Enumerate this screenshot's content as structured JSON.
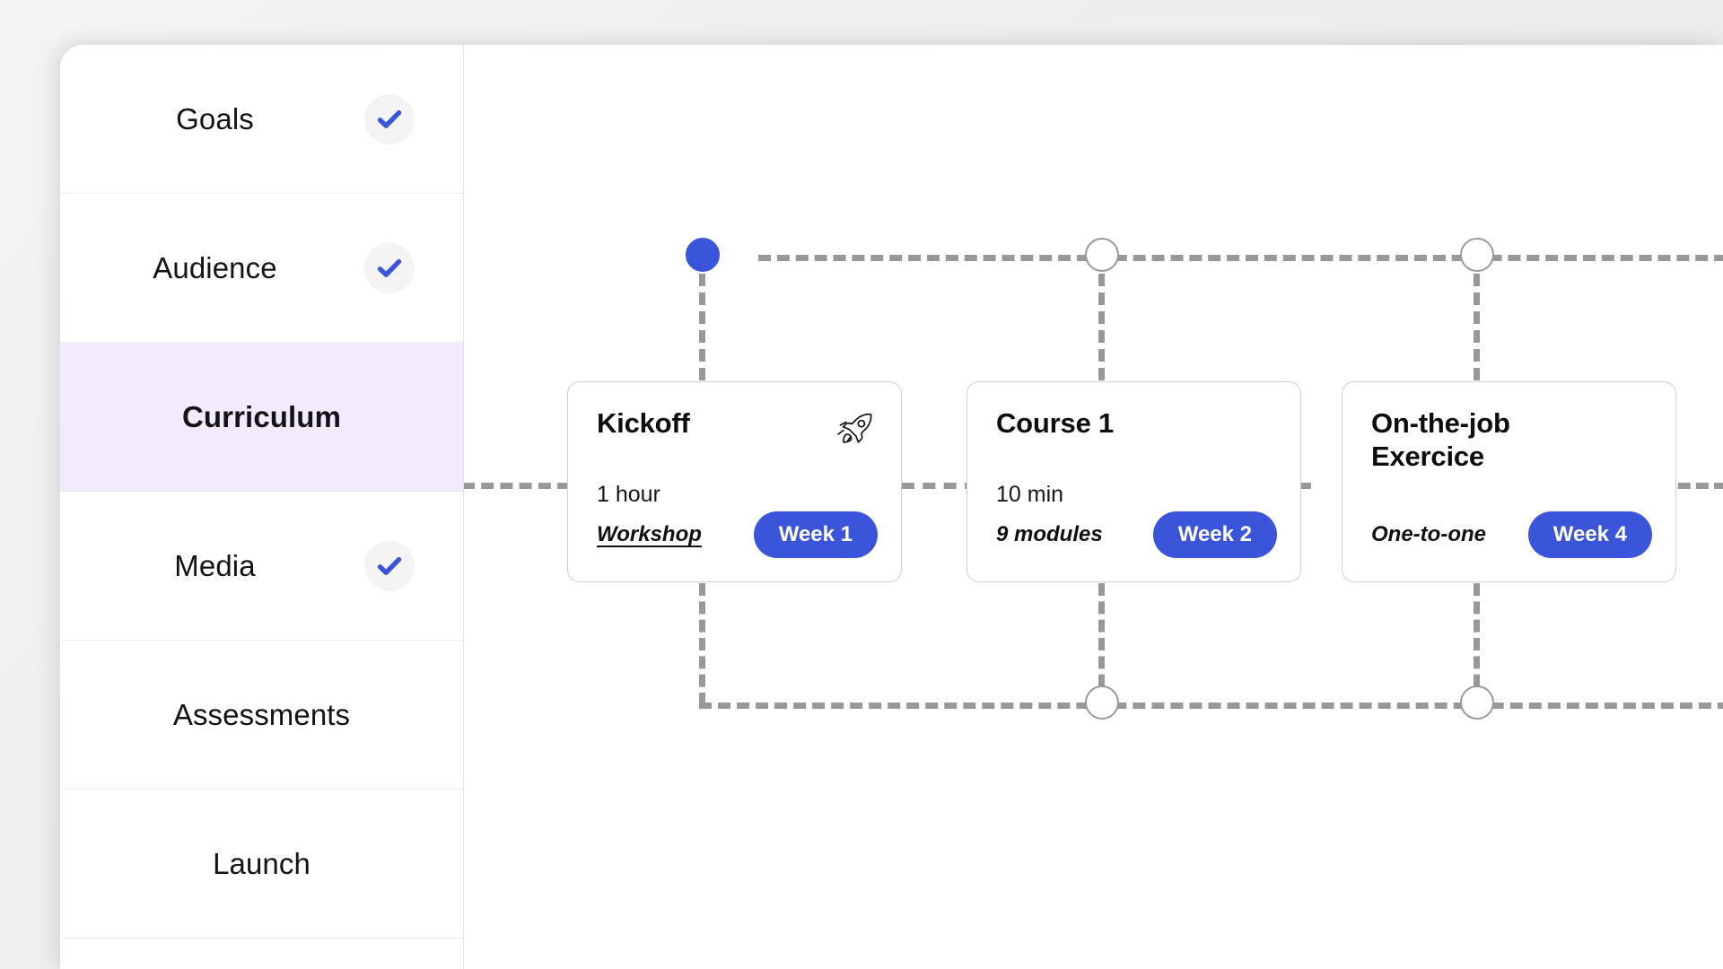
{
  "theme": {
    "accent_blue": "#3A55D9",
    "active_nav_bg": "#F3EBFD",
    "connector_gray": "#989898",
    "page_bg": "#EFEFF0",
    "panel_bg": "#FFFFFF"
  },
  "sidebar": {
    "items": [
      {
        "label": "Goals",
        "completed": true,
        "active": false
      },
      {
        "label": "Audience",
        "completed": true,
        "active": false
      },
      {
        "label": "Curriculum",
        "completed": false,
        "active": true
      },
      {
        "label": "Media",
        "completed": true,
        "active": false
      },
      {
        "label": "Assessments",
        "completed": false,
        "active": false
      },
      {
        "label": "Launch",
        "completed": false,
        "active": false
      }
    ],
    "check_icon": "check-icon"
  },
  "canvas": {
    "cards": [
      {
        "title": "Kickoff",
        "duration": "1 hour",
        "tag": "Workshop",
        "tag_underlined": true,
        "week": "Week 1",
        "icon": "rocket-icon",
        "has_icon": true
      },
      {
        "title": "Course 1",
        "duration": "10 min",
        "tag": "9 modules",
        "tag_underlined": false,
        "week": "Week 2",
        "icon": "",
        "has_icon": false
      },
      {
        "title": "On-the-job\nExercice",
        "duration": "",
        "tag": "One-to-one",
        "tag_underlined": false,
        "week": "Week 4",
        "icon": "",
        "has_icon": false
      }
    ],
    "nodes": [
      {
        "name": "node-top-1",
        "state": "filled"
      },
      {
        "name": "node-top-2",
        "state": "hollow"
      },
      {
        "name": "node-top-3",
        "state": "hollow"
      },
      {
        "name": "node-bottom-1",
        "state": "hollow"
      },
      {
        "name": "node-bottom-2",
        "state": "hollow"
      }
    ]
  }
}
